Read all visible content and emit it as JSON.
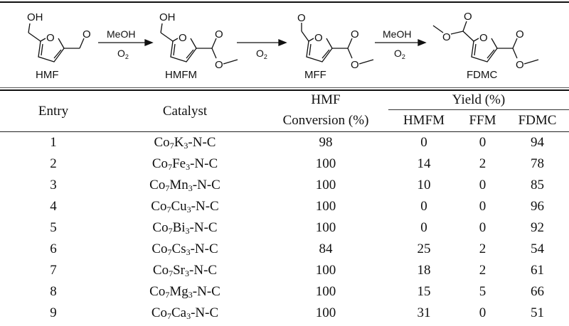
{
  "scheme": {
    "compounds": [
      {
        "label": "HMF"
      },
      {
        "label": "HMFM"
      },
      {
        "label": "MFF"
      },
      {
        "label": "FDMC"
      }
    ],
    "arrows": [
      {
        "top": "MeOH",
        "bottom_main": "O",
        "bottom_sub": "2"
      },
      {
        "top": "",
        "bottom_main": "O",
        "bottom_sub": "2"
      },
      {
        "top": "MeOH",
        "bottom_main": "O",
        "bottom_sub": "2"
      }
    ],
    "atoms": {
      "oh": "OH",
      "o": "O"
    }
  },
  "table": {
    "headers": {
      "entry": "Entry",
      "catalyst": "Catalyst",
      "conversion_line1": "HMF",
      "conversion_line2": "Conversion (%)",
      "yield": "Yield (%)",
      "hmfm": "HMFM",
      "ffm": "FFM",
      "fdmc": "FDMC"
    },
    "rows": [
      {
        "entry": "1",
        "cat_a": "Co",
        "sub_a": "7",
        "cat_b": "K",
        "sub_b": "3",
        "cat_c": "-N-C",
        "conversion": "98",
        "hmfm": "0",
        "ffm": "0",
        "fdmc": "94"
      },
      {
        "entry": "2",
        "cat_a": "Co",
        "sub_a": "7",
        "cat_b": "Fe",
        "sub_b": "3",
        "cat_c": "-N-C",
        "conversion": "100",
        "hmfm": "14",
        "ffm": "2",
        "fdmc": "78"
      },
      {
        "entry": "3",
        "cat_a": "Co",
        "sub_a": "7",
        "cat_b": "Mn",
        "sub_b": "3",
        "cat_c": "-N-C",
        "conversion": "100",
        "hmfm": "10",
        "ffm": "0",
        "fdmc": "85"
      },
      {
        "entry": "4",
        "cat_a": "Co",
        "sub_a": "7",
        "cat_b": "Cu",
        "sub_b": "3",
        "cat_c": "-N-C",
        "conversion": "100",
        "hmfm": "0",
        "ffm": "0",
        "fdmc": "96"
      },
      {
        "entry": "5",
        "cat_a": "Co",
        "sub_a": "7",
        "cat_b": "Bi",
        "sub_b": "3",
        "cat_c": "-N-C",
        "conversion": "100",
        "hmfm": "0",
        "ffm": "0",
        "fdmc": "92"
      },
      {
        "entry": "6",
        "cat_a": "Co",
        "sub_a": "7",
        "cat_b": "Cs",
        "sub_b": "3",
        "cat_c": "-N-C",
        "conversion": "84",
        "hmfm": "25",
        "ffm": "2",
        "fdmc": "54"
      },
      {
        "entry": "7",
        "cat_a": "Co",
        "sub_a": "7",
        "cat_b": "Sr",
        "sub_b": "3",
        "cat_c": "-N-C",
        "conversion": "100",
        "hmfm": "18",
        "ffm": "2",
        "fdmc": "61"
      },
      {
        "entry": "8",
        "cat_a": "Co",
        "sub_a": "7",
        "cat_b": "Mg",
        "sub_b": "3",
        "cat_c": "-N-C",
        "conversion": "100",
        "hmfm": "15",
        "ffm": "5",
        "fdmc": "66"
      },
      {
        "entry": "9",
        "cat_a": "Co",
        "sub_a": "7",
        "cat_b": "Ca",
        "sub_b": "3",
        "cat_c": "-N-C",
        "conversion": "100",
        "hmfm": "31",
        "ffm": "0",
        "fdmc": "51"
      }
    ]
  }
}
